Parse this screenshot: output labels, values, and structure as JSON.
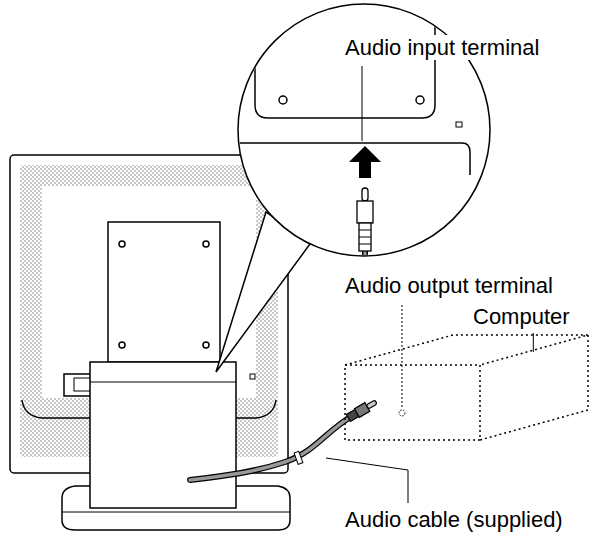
{
  "diagram": {
    "nodes": [
      {
        "text": [
          "Computer"
        ]
      }
    ],
    "labels": [
      "Audio input terminal",
      "Audio output terminal",
      "Audio cable (supplied)"
    ]
  }
}
